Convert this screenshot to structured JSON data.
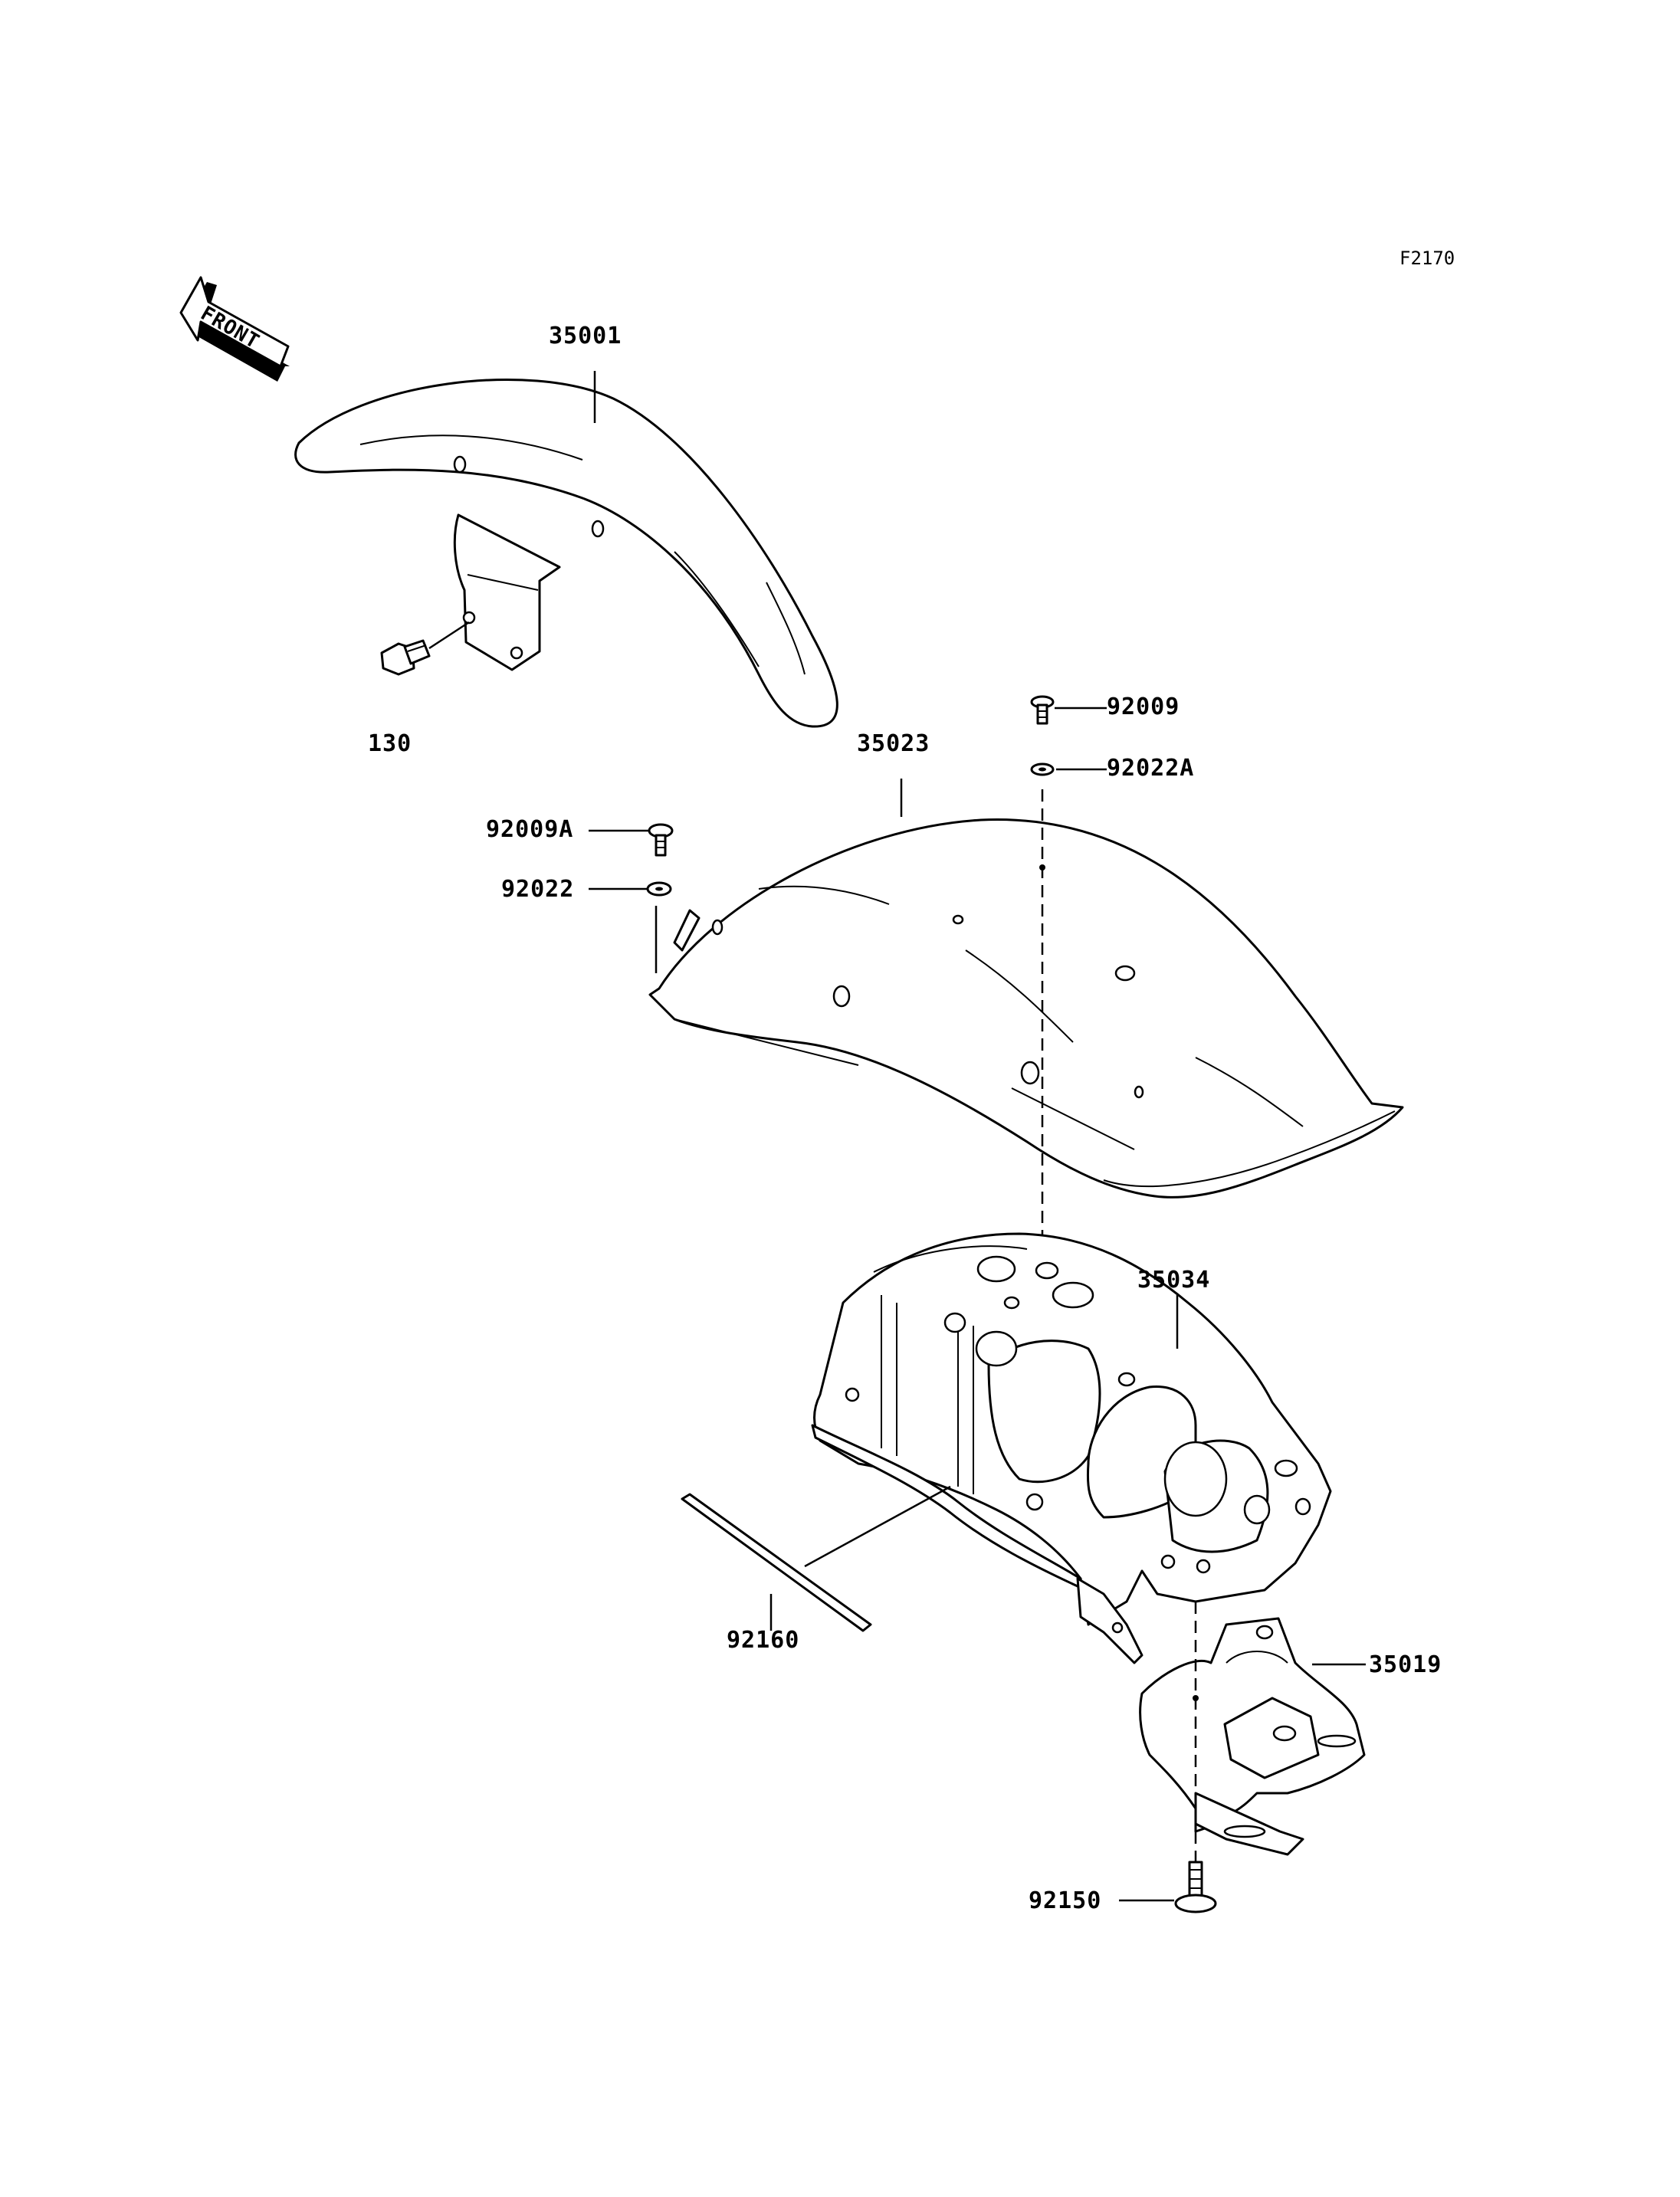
{
  "diagram_code": "F2170",
  "front_indicator": {
    "text": "FRONT",
    "icon": "front-arrow-icon"
  },
  "callouts": {
    "front_fender": "35001",
    "front_fender_bolt": "130",
    "rear_fender": "35023",
    "screw_rear": "92009",
    "washer_rear": "92022A",
    "screw_front": "92009A",
    "washer_front": "92022",
    "inner_fender": "35034",
    "strip": "92160",
    "plate_bracket": "35019",
    "bottom_screw": "92150"
  }
}
